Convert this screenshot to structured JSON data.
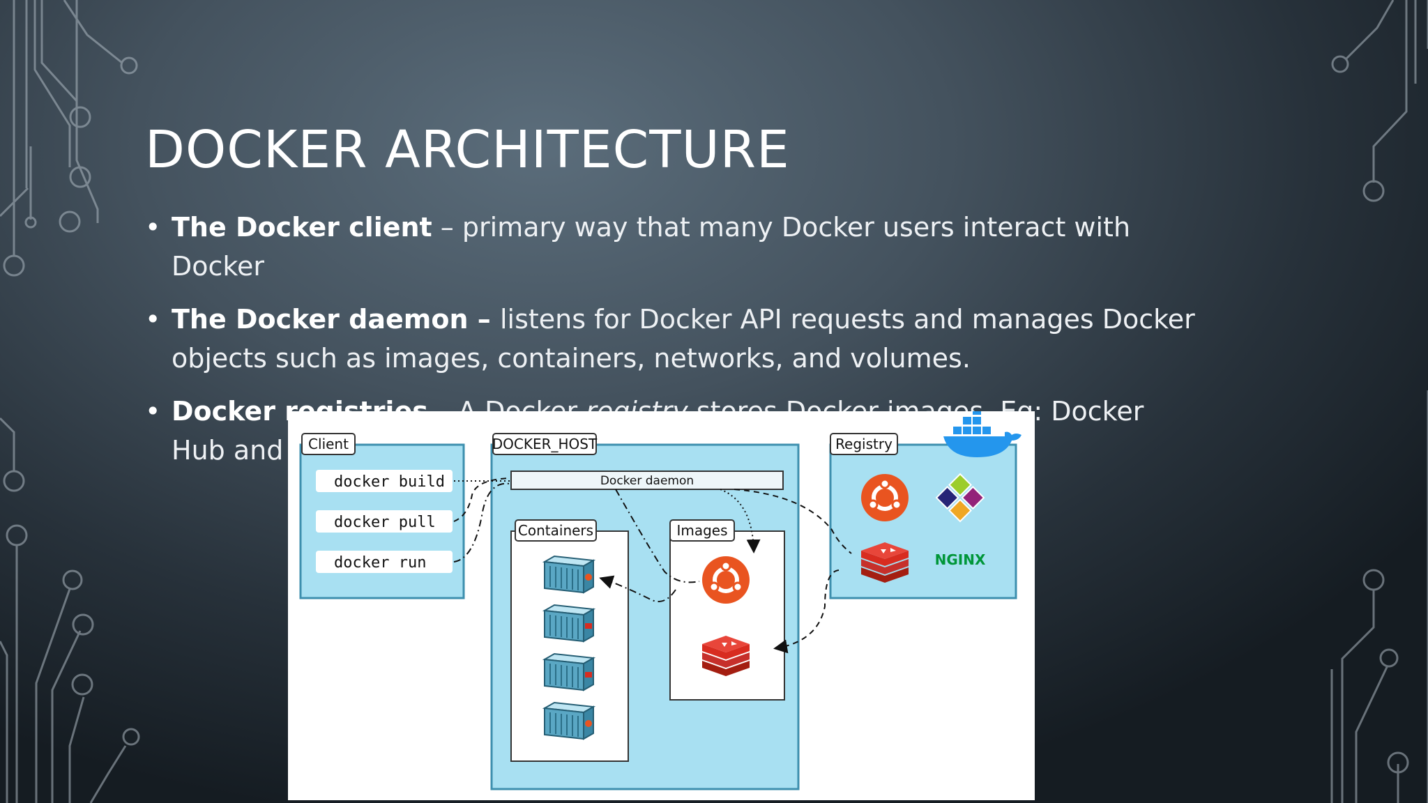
{
  "slide": {
    "title": "DOCKER ARCHITECTURE",
    "bullets": [
      {
        "term": "The Docker client",
        "sep": " – ",
        "text": "primary way that many Docker users interact with Docker"
      },
      {
        "term": "The Docker daemon – ",
        "text": "listens for Docker API requests and manages Docker objects such as images, containers, networks, and volumes."
      },
      {
        "term": "Docker registries",
        "sep": " – ",
        "text_a": "A Docker ",
        "text_italic": "registry",
        "text_b": " stores Docker images. Eg: Docker Hub and Docker Cloud"
      }
    ]
  },
  "diagram": {
    "client": {
      "label": "Client",
      "commands": [
        "docker build",
        "docker pull",
        "docker run"
      ]
    },
    "host": {
      "label": "DOCKER_HOST",
      "daemon_label": "Docker daemon",
      "containers_label": "Containers",
      "images_label": "Images"
    },
    "registry": {
      "label": "Registry",
      "nginx_logo_text": "NGINX"
    },
    "colors": {
      "panel_fill": "#a8e0f2",
      "panel_border": "#3d8fae",
      "ubuntu": "#e95420",
      "redis": "#d82c20",
      "container": "#5aa7c4",
      "nginx": "#009639",
      "docker_whale": "#2496ed"
    },
    "icons": [
      "ubuntu-icon",
      "redis-icon",
      "centos-icon",
      "nginx-icon",
      "docker-whale-icon",
      "container-icon"
    ]
  }
}
